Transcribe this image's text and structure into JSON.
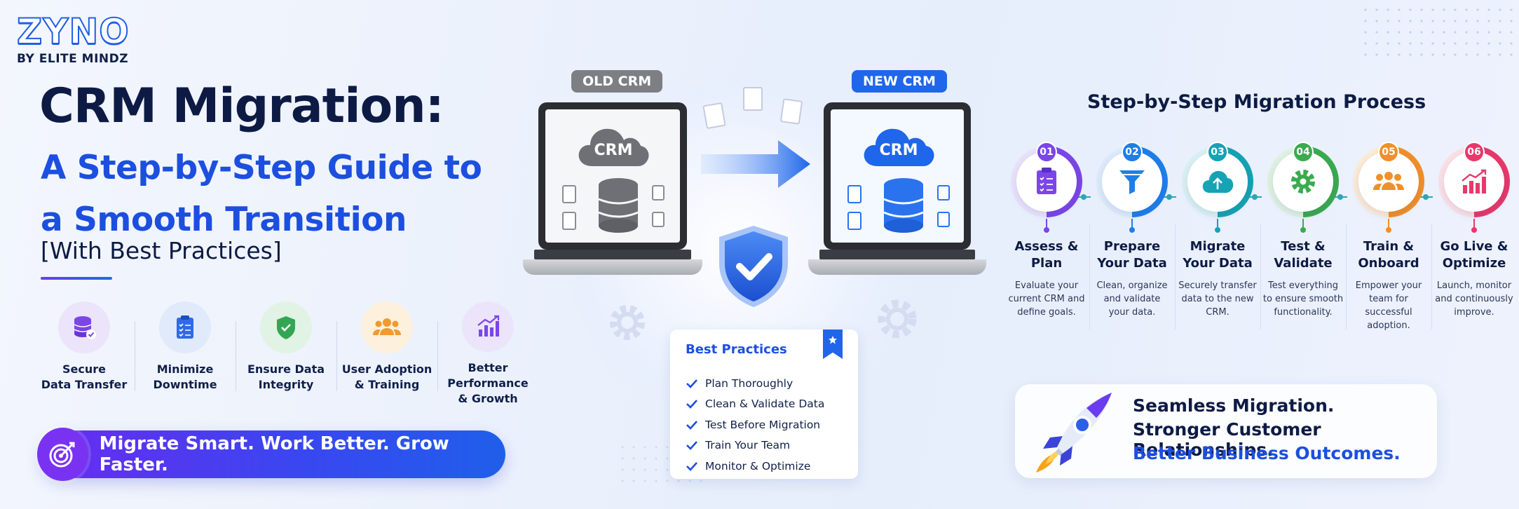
{
  "brand": {
    "logo": "ZYNO",
    "tagline": "BY ELITE MINDZ"
  },
  "hero": {
    "title": "CRM Migration:",
    "subtitle_line1": "A Step-by-Step Guide to",
    "subtitle_line2": "a Smooth Transition",
    "tag": "[With Best Practices]"
  },
  "features": [
    {
      "label": "Secure\nData Transfer",
      "icon": "database-icon",
      "color": "#7b46e8"
    },
    {
      "label": "Minimize\nDowntime",
      "icon": "clipboard-icon",
      "color": "#2f6be8"
    },
    {
      "label": "Ensure Data\nIntegrity",
      "icon": "shield-check-icon",
      "color": "#33a654"
    },
    {
      "label": "User Adoption\n& Training",
      "icon": "users-icon",
      "color": "#f29a2e"
    },
    {
      "label": "Better Performance\n& Growth",
      "icon": "chart-up-icon",
      "color": "#7b46e8"
    }
  ],
  "cta": {
    "text": "Migrate Smart. Work Better. Grow Faster.",
    "icon": "target-icon"
  },
  "migration": {
    "old_badge": "OLD CRM",
    "new_badge": "NEW CRM",
    "old_label": "CRM",
    "new_label": "CRM"
  },
  "best_practices": {
    "title": "Best Practices",
    "items": [
      "Plan Thoroughly",
      "Clean & Validate Data",
      "Test Before Migration",
      "Train Your Team",
      "Monitor & Optimize"
    ]
  },
  "process": {
    "title": "Step-by-Step Migration Process",
    "steps": [
      {
        "num": "01",
        "title": "Assess &\nPlan",
        "desc": "Evaluate your\ncurrent CRM and\ndefine goals.",
        "color": "#7b46e8",
        "icon": "clipboard-icon"
      },
      {
        "num": "02",
        "title": "Prepare\nYour Data",
        "desc": "Clean, organize\nand validate\nyour data.",
        "color": "#1f7fe8",
        "icon": "funnel-icon"
      },
      {
        "num": "03",
        "title": "Migrate\nYour Data",
        "desc": "Securely transfer\ndata to the new\nCRM.",
        "color": "#16a3b3",
        "icon": "cloud-upload-icon"
      },
      {
        "num": "04",
        "title": "Test &\nValidate",
        "desc": "Test everything\nto ensure smooth\nfunctionality.",
        "color": "#3aab4f",
        "icon": "gear-icon"
      },
      {
        "num": "05",
        "title": "Train &\nOnboard",
        "desc": "Empower your\nteam for\nsuccessful adoption.",
        "color": "#f0902a",
        "icon": "users-icon"
      },
      {
        "num": "06",
        "title": "Go Live &\nOptimize",
        "desc": "Launch, monitor\nand continuously\nimprove.",
        "color": "#e8386a",
        "icon": "chart-up-icon"
      }
    ]
  },
  "promo": {
    "line1": "Seamless Migration.",
    "line2": "Stronger Customer Relationships.",
    "line3": "Better Business Outcomes.",
    "icon": "rocket-icon"
  }
}
